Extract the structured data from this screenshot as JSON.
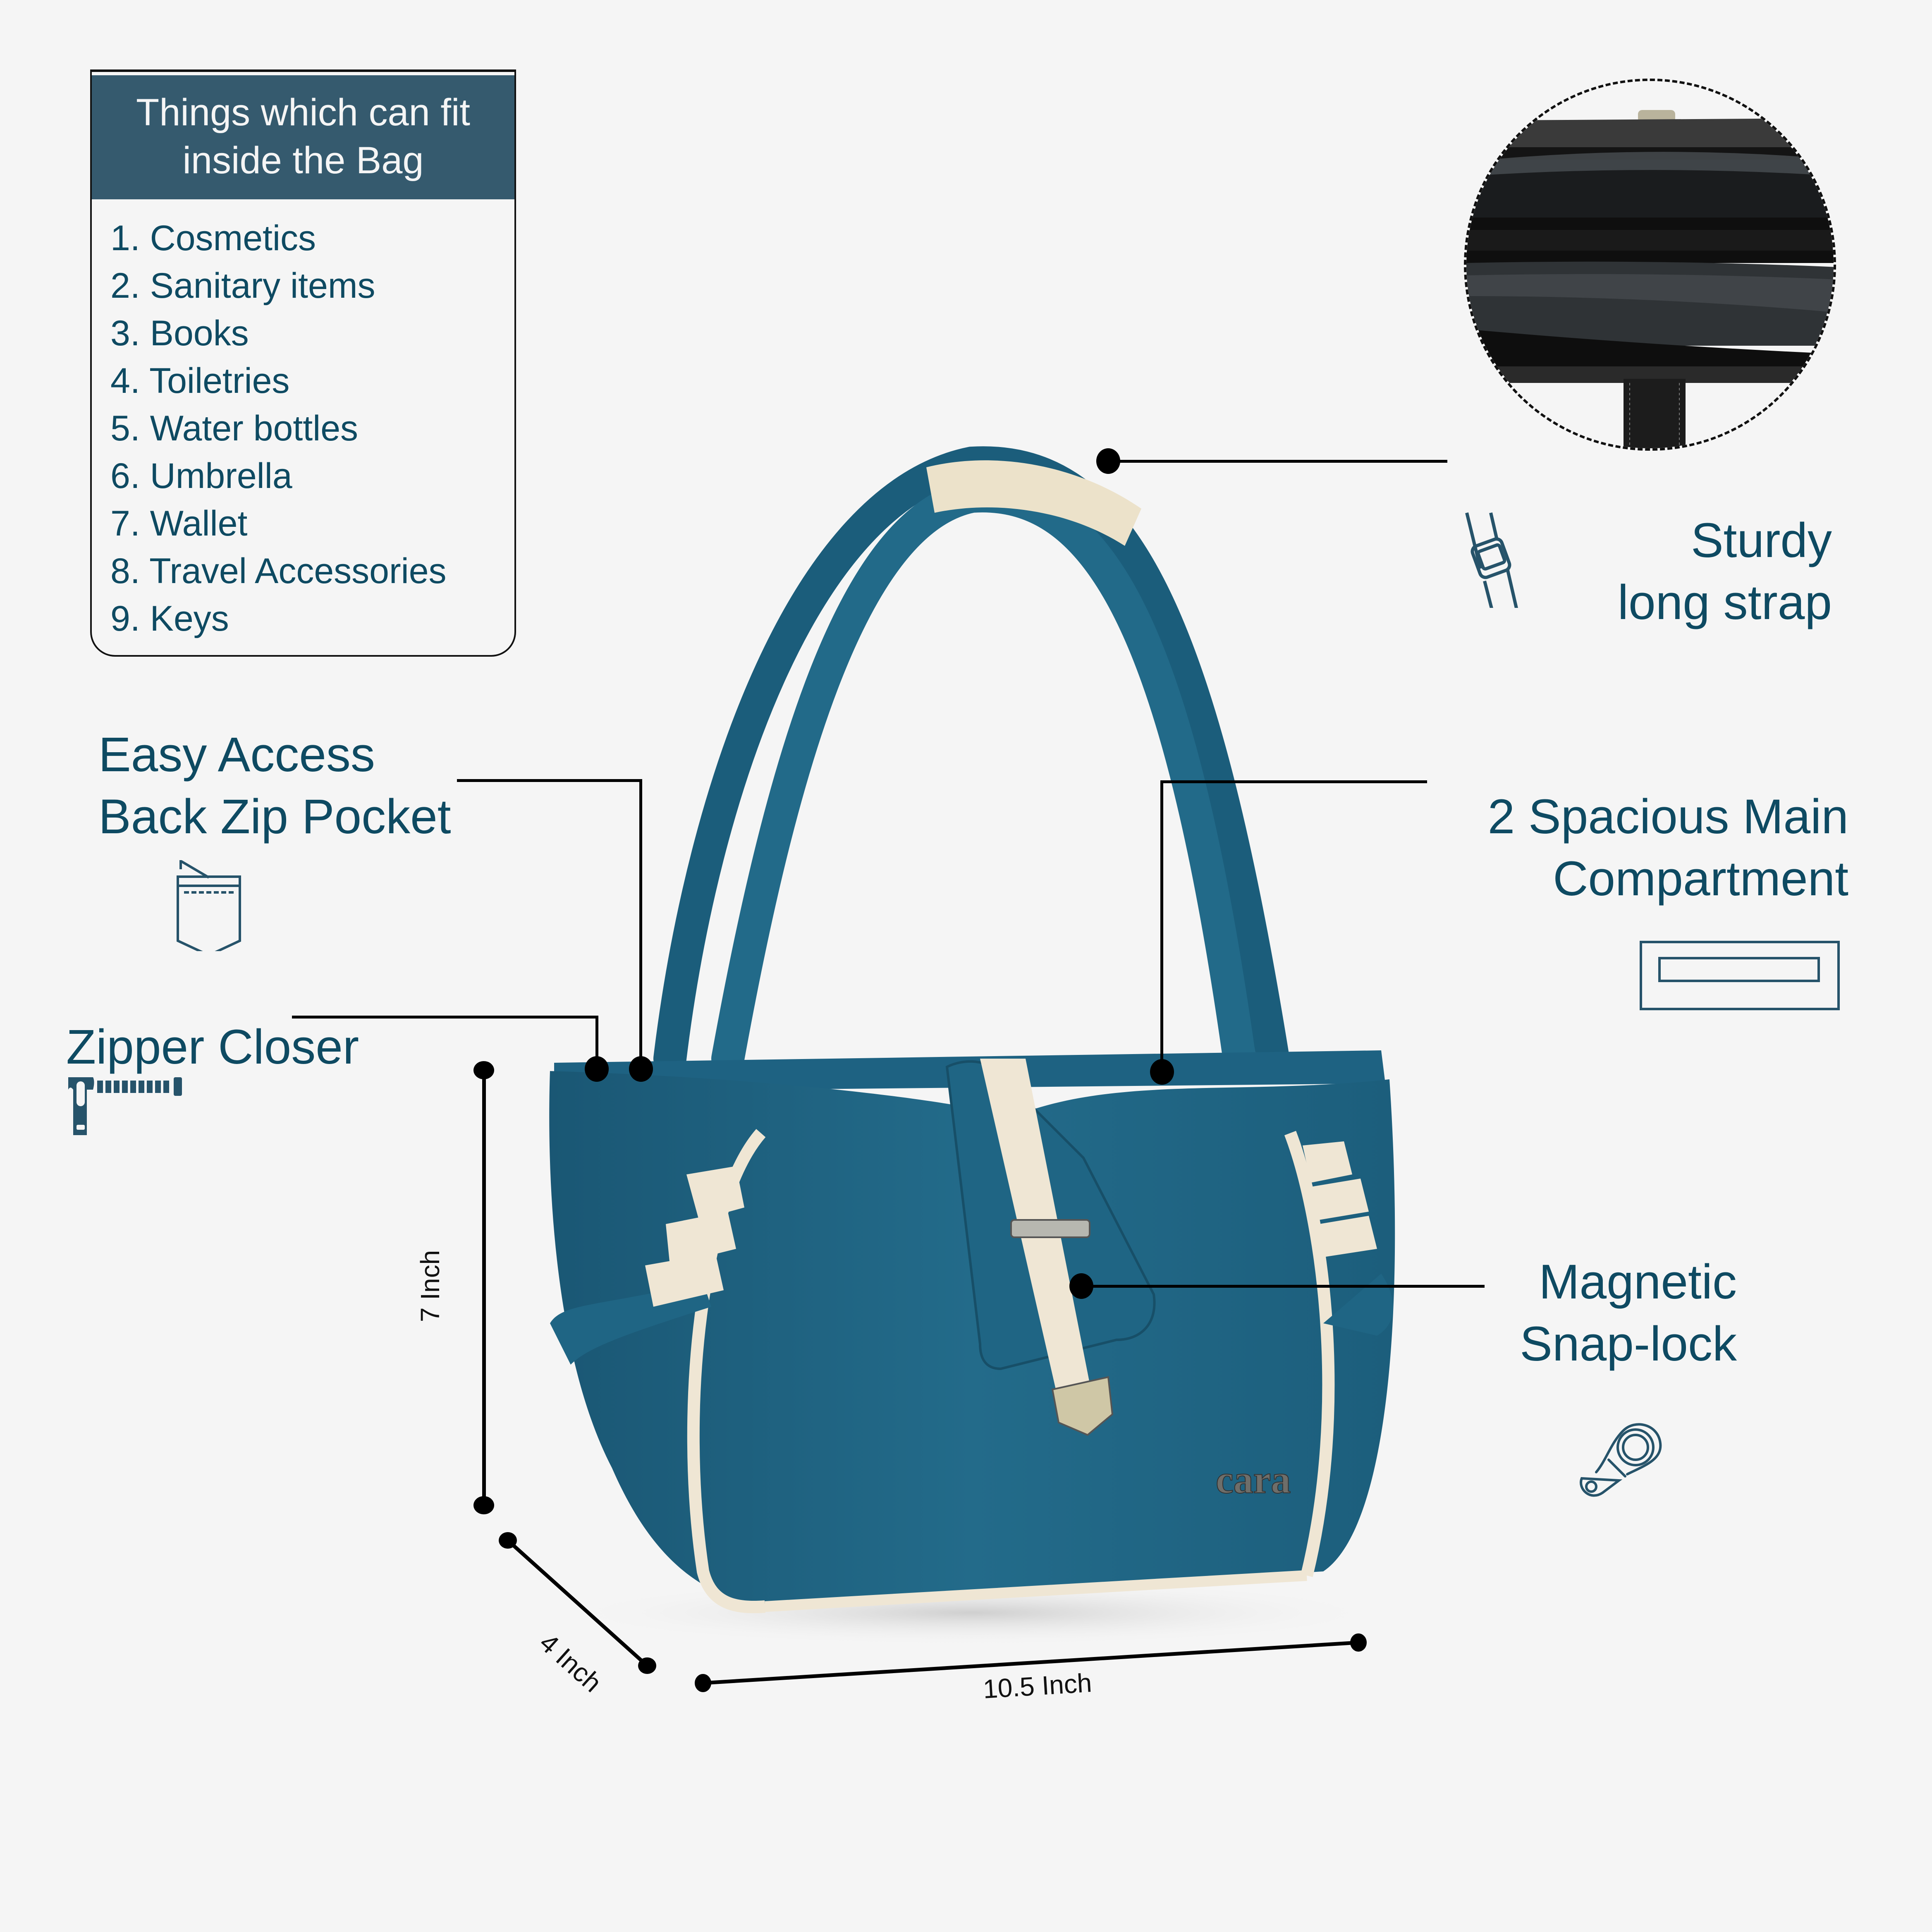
{
  "list_box": {
    "title_line1": "Things which can fit",
    "title_line2": "inside the Bag",
    "items": [
      "1. Cosmetics",
      "2. Sanitary items",
      "3. Books",
      "4. Toiletries",
      "5. Water bottles",
      "6. Umbrella",
      "7. Wallet",
      "8. Travel Accessories",
      "9. Keys"
    ]
  },
  "features": {
    "strap": {
      "line1": "Sturdy",
      "line2": "long strap",
      "icon": "strap-buckle-icon"
    },
    "back_pocket": {
      "line1": "Easy Access",
      "line2": "Back Zip Pocket",
      "icon": "pocket-icon"
    },
    "zipper": {
      "line1": "Zipper Closer",
      "icon": "zipper-icon"
    },
    "compartment": {
      "line1": "2 Spacious Main",
      "line2": "Compartment",
      "icon": "compartment-icon"
    },
    "snaplock": {
      "line1": "Magnetic",
      "line2": "Snap-lock",
      "icon": "magnetic-snap-icon"
    }
  },
  "dimensions": {
    "height": "7 Inch",
    "depth": "4 Inch",
    "width": "10.5 Inch"
  },
  "product": {
    "brand_logo": "cara",
    "colors": {
      "body": "#1f6584",
      "trim": "#efe6d4",
      "accent_text": "#0e4a62",
      "header_bg": "#355a6e"
    }
  }
}
